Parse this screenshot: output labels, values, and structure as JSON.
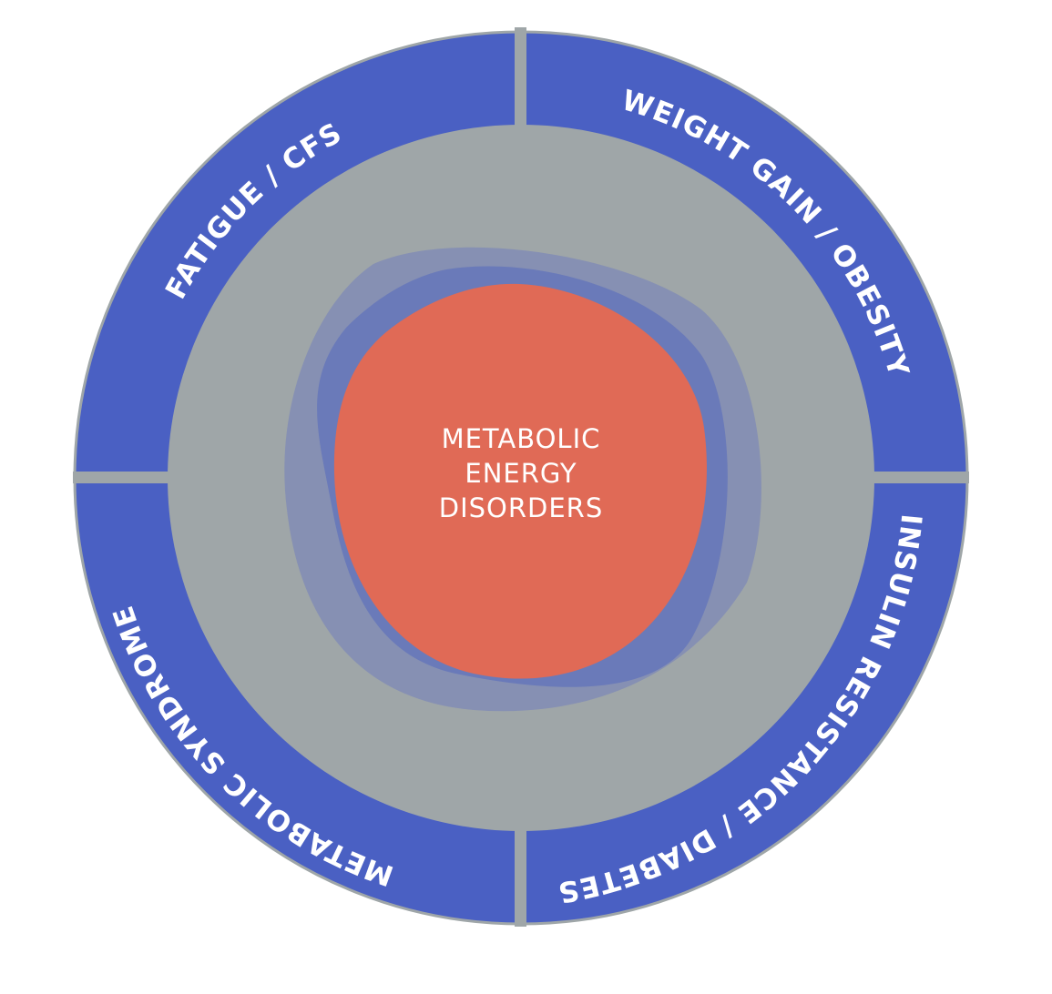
{
  "diagram": {
    "center": {
      "lines": [
        "METABOLIC",
        "ENERGY",
        "DISORDERS"
      ]
    },
    "segments": [
      {
        "label": "FATIGUE / CFS"
      },
      {
        "label": "WEIGHT GAIN / OBESITY"
      },
      {
        "label": "INSULIN RESISTANCE / DIABETES"
      },
      {
        "label": "METABOLIC SYNDROME"
      }
    ],
    "colors": {
      "ring": "#4a60c3",
      "separator": "#9fa6a8",
      "inner_disc": "#9fa6a8",
      "blob_outer": "#8690b3",
      "blob_middle": "#6a7ab9",
      "core": "#e06a56",
      "text": "#ffffff"
    }
  }
}
